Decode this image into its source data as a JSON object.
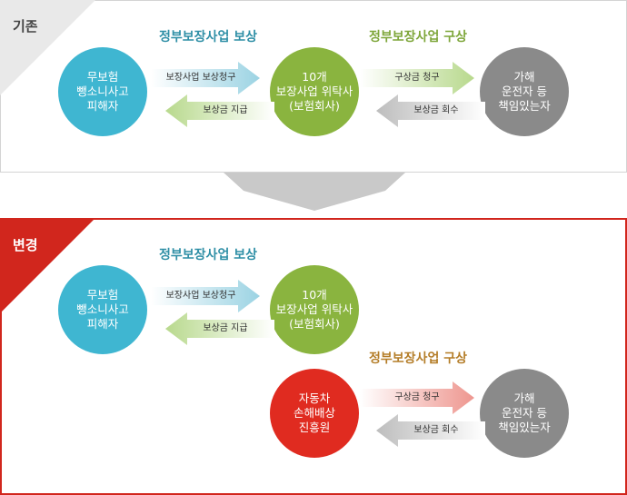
{
  "before": {
    "label": "기존",
    "title_left": "정부보장사업 보상",
    "title_right": "정부보장사업 구상",
    "victim": [
      "무보험",
      "뺑소니사고",
      "피해자"
    ],
    "insurer": [
      "10개",
      "보장사업 위탁사",
      "(보험회사)"
    ],
    "wrongdoer": [
      "가해",
      "운전자 등",
      "책임있는자"
    ],
    "arrow_claim": "보장사업 보상청구",
    "arrow_pay": "보상금 지급",
    "arrow_recourse": "구상금 청구",
    "arrow_recover": "보상금 회수"
  },
  "after": {
    "label": "변경",
    "title_top": "정부보장사업 보상",
    "title_bottom": "정부보장사업 구상",
    "victim": [
      "무보험",
      "뺑소니사고",
      "피해자"
    ],
    "insurer": [
      "10개",
      "보장사업 위탁사",
      "(보험회사)"
    ],
    "agency": [
      "자동차",
      "손해배상",
      "진흥원"
    ],
    "wrongdoer": [
      "가해",
      "운전자 등",
      "책임있는자"
    ],
    "arrow_claim": "보장사업 보상청구",
    "arrow_pay": "보상금 지급",
    "arrow_recourse": "구상금 청구",
    "arrow_recover": "보상금 회수"
  },
  "colors": {
    "blue": "#3fb6d1",
    "green": "#8ab43f",
    "gray": "#8a8a8a",
    "red": "#e02b20",
    "arrow_blue": "#b7e1ec",
    "arrow_green": "#c9e0a5",
    "arrow_gray": "#c8c8c8",
    "arrow_red": "#f2aaa4",
    "frame_red": "#d1261d"
  }
}
